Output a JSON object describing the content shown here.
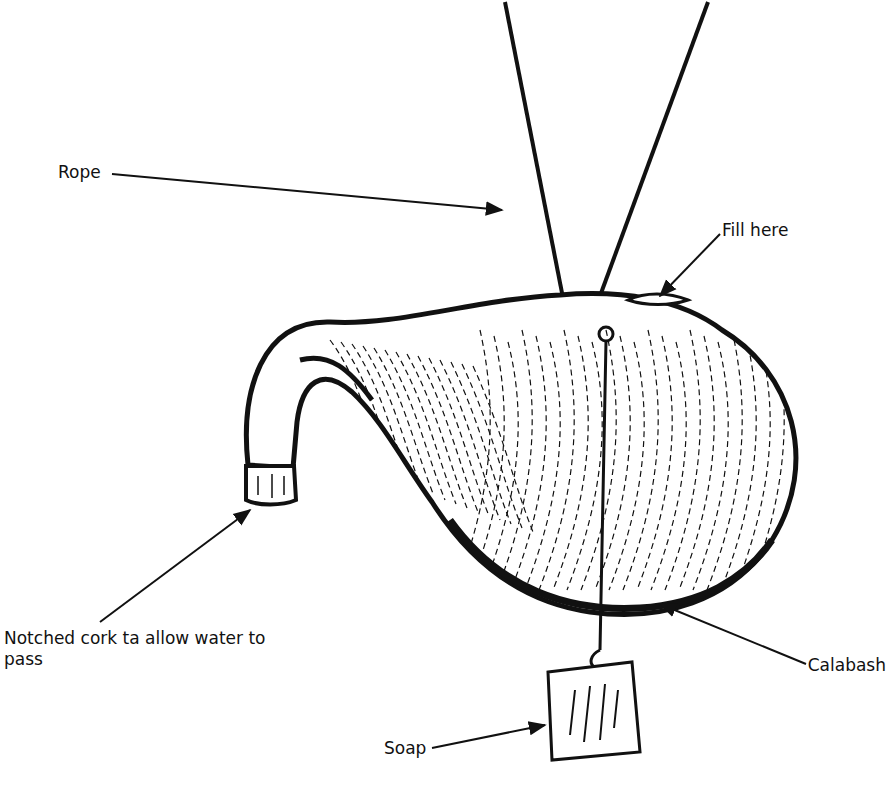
{
  "diagram": {
    "labels": [
      "Rope",
      "Fill here",
      "Notched cork ta allow water to pass",
      "Calabash",
      "Soap"
    ]
  }
}
